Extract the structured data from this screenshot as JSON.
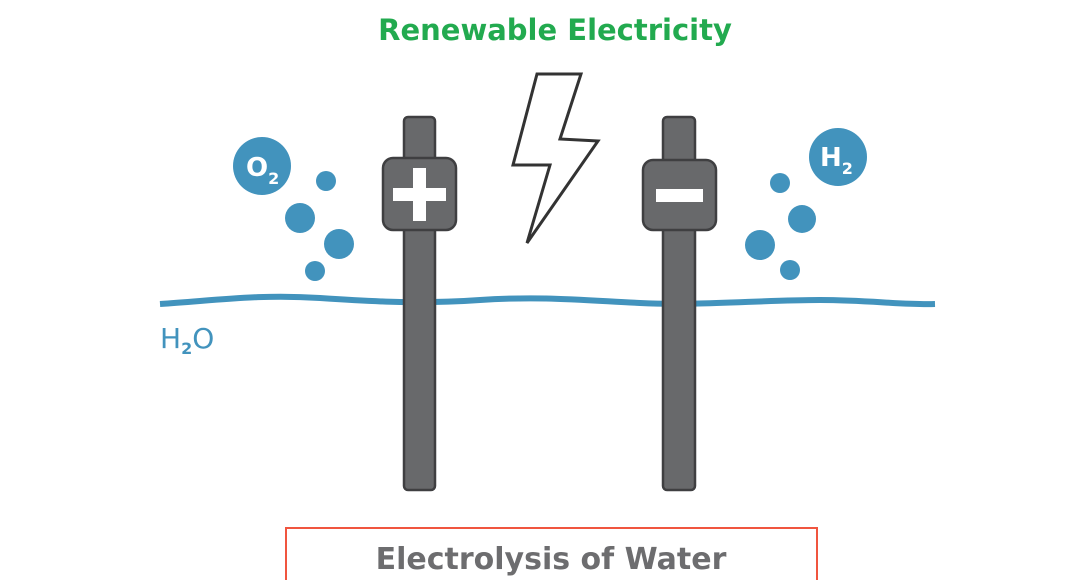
{
  "title": "Renewable Electricity",
  "caption": "Electrolysis of Water",
  "labels": {
    "oxygen": {
      "main": "O",
      "sub": "2"
    },
    "hydrogen": {
      "main": "H",
      "sub": "2"
    },
    "water": {
      "main": "H",
      "sub": "2",
      "tail": "O"
    }
  },
  "electrodes": {
    "anode_symbol": "plus",
    "cathode_symbol": "minus"
  },
  "colors": {
    "title": "#22aa4f",
    "water": "#4293bd",
    "electrode": "#68696b",
    "caption_border": "#f0553f",
    "caption_text": "#6d6d6f"
  }
}
